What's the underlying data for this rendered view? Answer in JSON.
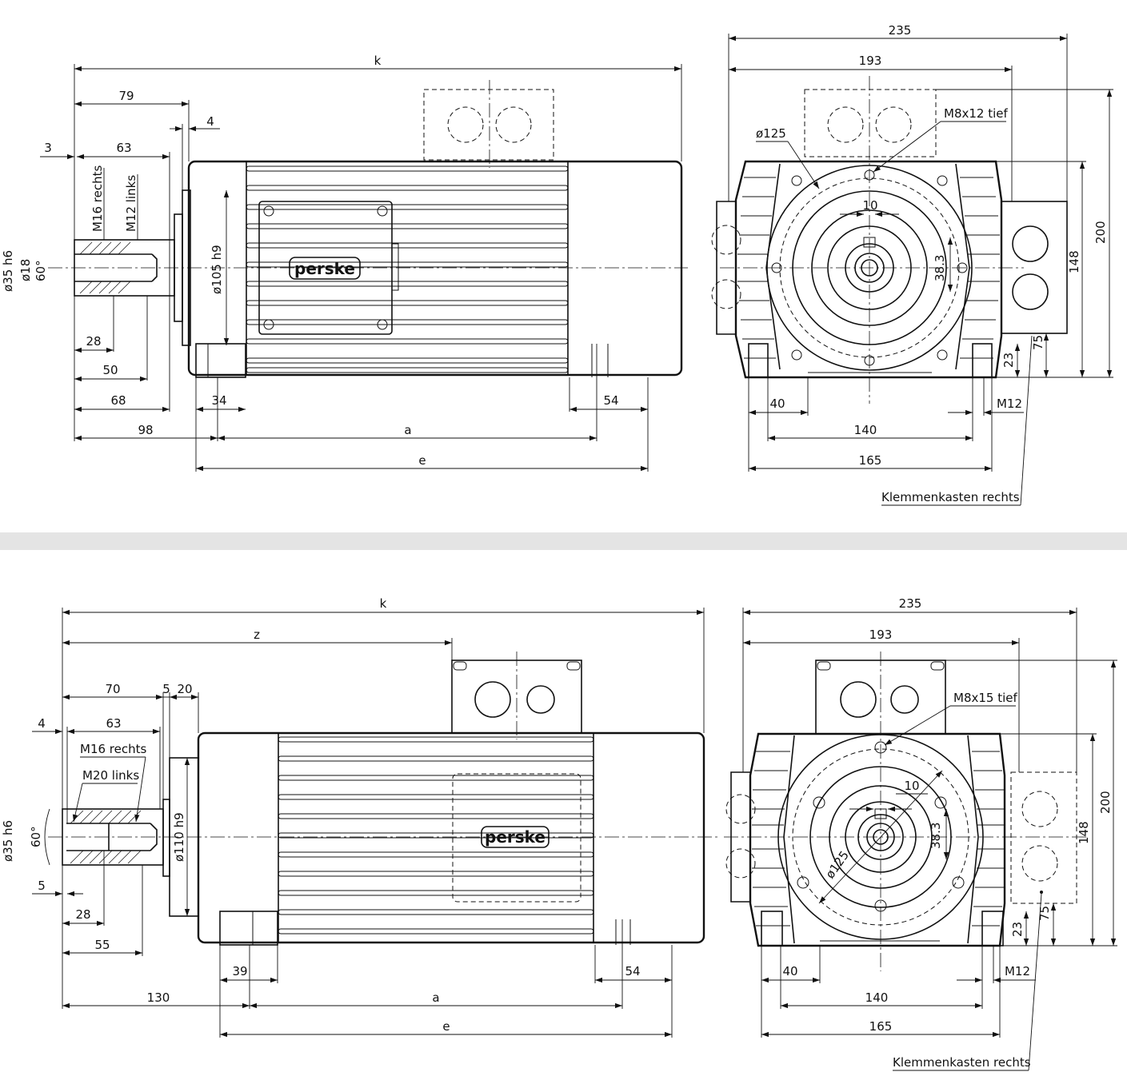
{
  "top": {
    "side": {
      "k": "k",
      "d79": "79",
      "d4": "4",
      "d3": "3",
      "d63": "63",
      "thread_right": "M16 rechts",
      "thread_left": "M12 links",
      "shaft_dia": "ø35 h6",
      "bore_dia": "ø18",
      "angle": "60°",
      "flange_dia": "ø105 h9",
      "d28": "28",
      "d50": "50",
      "d68": "68",
      "d34": "34",
      "d54": "54",
      "d98": "98",
      "a": "a",
      "e": "e",
      "logo": "perske"
    },
    "front": {
      "d235": "235",
      "d193": "193",
      "thread_hole": "M8x12 tief",
      "pcd": "ø125",
      "d10": "10",
      "d38_3": "38.3",
      "d200": "200",
      "d148": "148",
      "d75": "75",
      "d23": "23",
      "d40": "40",
      "m12": "M12",
      "d140": "140",
      "d165": "165",
      "terminal_box": "Klemmenkasten rechts"
    }
  },
  "bottom": {
    "side": {
      "k": "k",
      "z": "z",
      "d70": "70",
      "d5": "5",
      "d20": "20",
      "d4": "4",
      "d63": "63",
      "thread_right": "M16 rechts",
      "thread_left": "M20 links",
      "shaft_dia": "ø35 h6",
      "angle": "60°",
      "flange_dia": "ø110 h9",
      "d5b": "5",
      "d28": "28",
      "d55": "55",
      "d39": "39",
      "d54": "54",
      "d130": "130",
      "a": "a",
      "e": "e",
      "logo": "perske"
    },
    "front": {
      "d235": "235",
      "d193": "193",
      "thread_hole": "M8x15 tief",
      "d10": "10",
      "pcd": "ø125",
      "d38_3": "38.3",
      "d200": "200",
      "d148": "148",
      "d75": "75",
      "d23": "23",
      "d40": "40",
      "m12": "M12",
      "d140": "140",
      "d165": "165",
      "terminal_box": "Klemmenkasten rechts"
    }
  }
}
